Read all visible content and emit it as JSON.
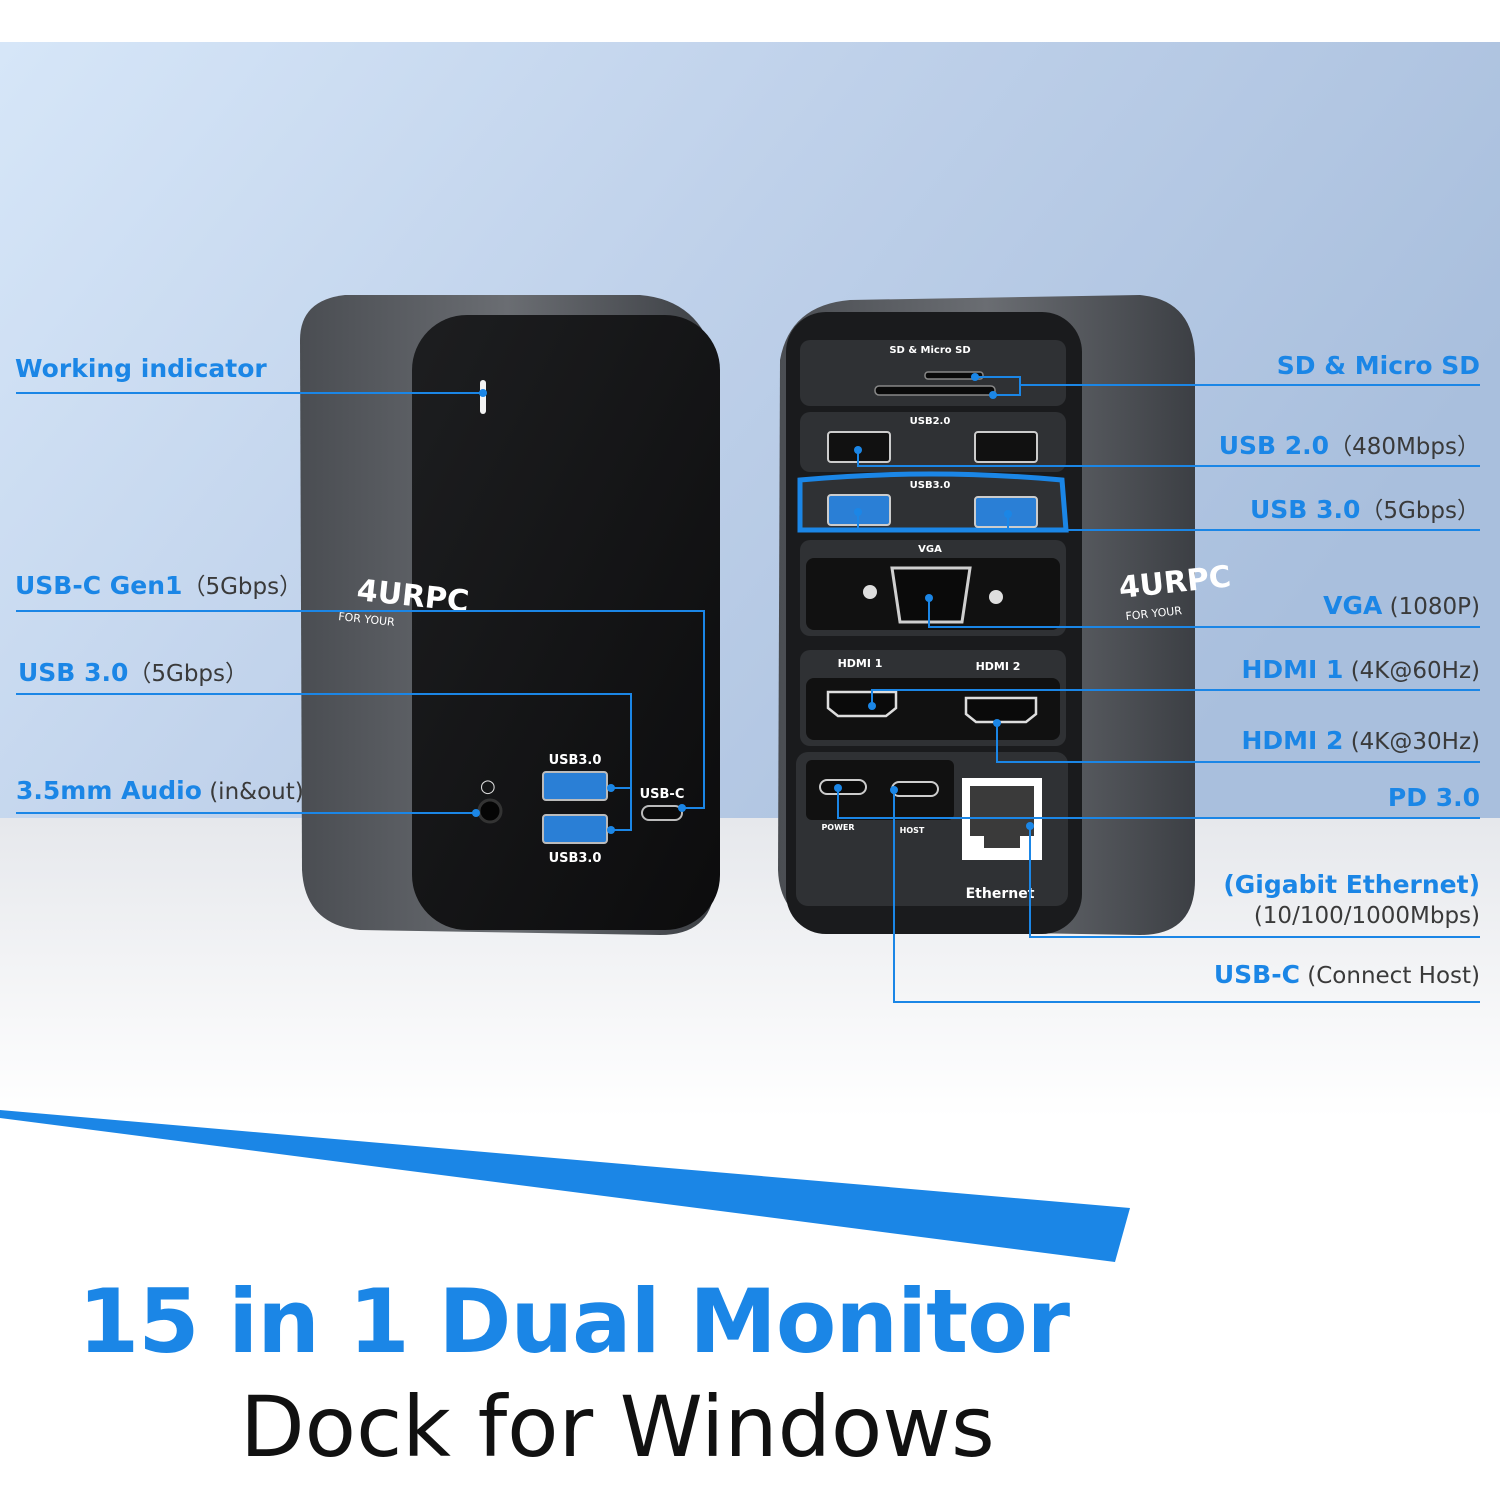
{
  "colors": {
    "accent": "#1b86e6",
    "device_body": "#55585d",
    "device_face": "#151516",
    "background_top": "#c9daf0"
  },
  "device": {
    "brand": "4URPC",
    "brand_tagline": "FOR YOUR",
    "front_ports": {
      "usb_a_top": "USB3.0",
      "usb_a_bottom": "USB3.0",
      "usb_c": "USB-C"
    },
    "back_ports": {
      "sd": "SD & Micro SD",
      "usb2": "USB2.0",
      "usb3": "USB3.0",
      "vga": "VGA",
      "hdmi1": "HDMI 1",
      "hdmi2": "HDMI 2",
      "power": "POWER",
      "host": "HOST",
      "ethernet": "Ethernet"
    }
  },
  "left_labels": {
    "working_indicator": {
      "name": "Working indicator"
    },
    "usb_c_gen1": {
      "name": "USB-C Gen1",
      "spec": "（5Gbps）"
    },
    "usb30": {
      "name": "USB 3.0",
      "spec": "（5Gbps）"
    },
    "audio": {
      "name": "3.5mm Audio",
      "spec": " (in&out)"
    }
  },
  "right_labels": {
    "sd": {
      "name": "SD & Micro SD"
    },
    "usb20": {
      "name": "USB 2.0",
      "spec": "（480Mbps）"
    },
    "usb30": {
      "name": "USB 3.0",
      "spec": "（5Gbps）"
    },
    "vga": {
      "name": "VGA",
      "spec": " (1080P)"
    },
    "hdmi1": {
      "name": "HDMI 1",
      "spec": " (4K@60Hz)"
    },
    "hdmi2": {
      "name": "HDMI 2",
      "spec": " (4K@30Hz)"
    },
    "pd": {
      "name": "PD 3.0"
    },
    "ethernet": {
      "name": "(Gigabit Ethernet)",
      "spec": "(10/100/1000Mbps)"
    },
    "usb_c_host": {
      "name": "USB-C",
      "spec": " (Connect Host)"
    }
  },
  "headline": {
    "line1": "15 in 1 Dual Monitor",
    "line2": "Dock for Windows"
  }
}
